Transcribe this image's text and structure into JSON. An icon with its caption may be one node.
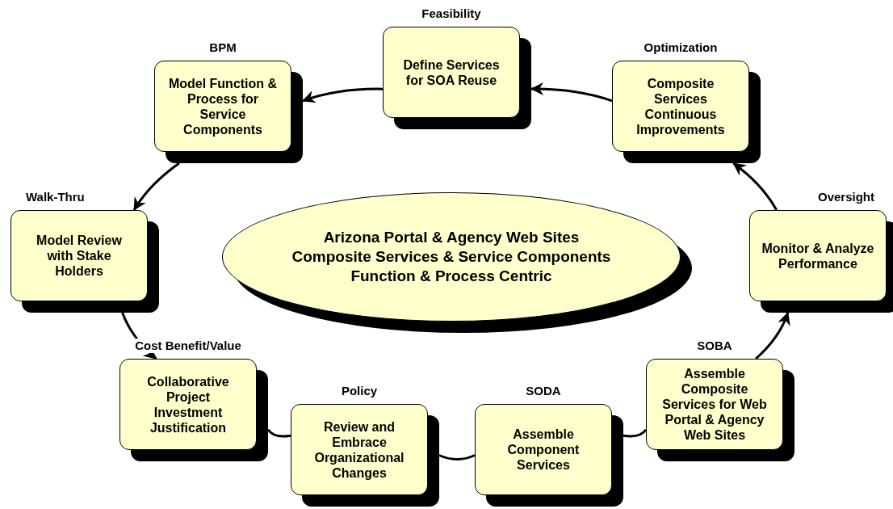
{
  "diagram": {
    "nodes": [
      {
        "text": [
          "Feasibility",
          "Define Services for SOA Reuse"
        ]
      },
      {
        "text": [
          "BPM",
          "Model Function & Process for Service Components"
        ]
      },
      {
        "text": [
          "Optimization",
          "Composite Services Continuous Improvements"
        ]
      },
      {
        "text": [
          "Walk-Thru",
          "Model Review with Stake Holders"
        ]
      },
      {
        "text": [
          "Arizona Portal & Agency Web Sites",
          "Composite Services & Service Components",
          "Function & Process Centric"
        ]
      },
      {
        "text": [
          "Oversight",
          "Monitor & Analyze Performance"
        ]
      },
      {
        "text": [
          "Cost Benefit/Value",
          "Collaborative Project Investment Justification"
        ]
      },
      {
        "text": [
          "SOBA",
          "Assemble Composite Services for Web Portal & Agency Web Sites"
        ]
      },
      {
        "text": [
          "Policy",
          "Review and Embrace Organizational Changes"
        ]
      },
      {
        "text": [
          "SODA",
          "Assemble Component Services"
        ]
      }
    ],
    "edges": [
      {
        "from": 2,
        "to": 0,
        "arrow": "to"
      },
      {
        "from": 0,
        "to": 1,
        "arrow": "to"
      },
      {
        "from": 1,
        "to": 3,
        "arrow": "to"
      },
      {
        "from": 3,
        "to": 6,
        "arrow": "to"
      },
      {
        "from": 6,
        "to": 8,
        "arrow": "none"
      },
      {
        "from": 8,
        "to": 9,
        "arrow": "none"
      },
      {
        "from": 9,
        "to": 7,
        "arrow": "none"
      },
      {
        "from": 7,
        "to": 5,
        "arrow": "to"
      },
      {
        "from": 5,
        "to": 2,
        "arrow": "to"
      }
    ]
  }
}
